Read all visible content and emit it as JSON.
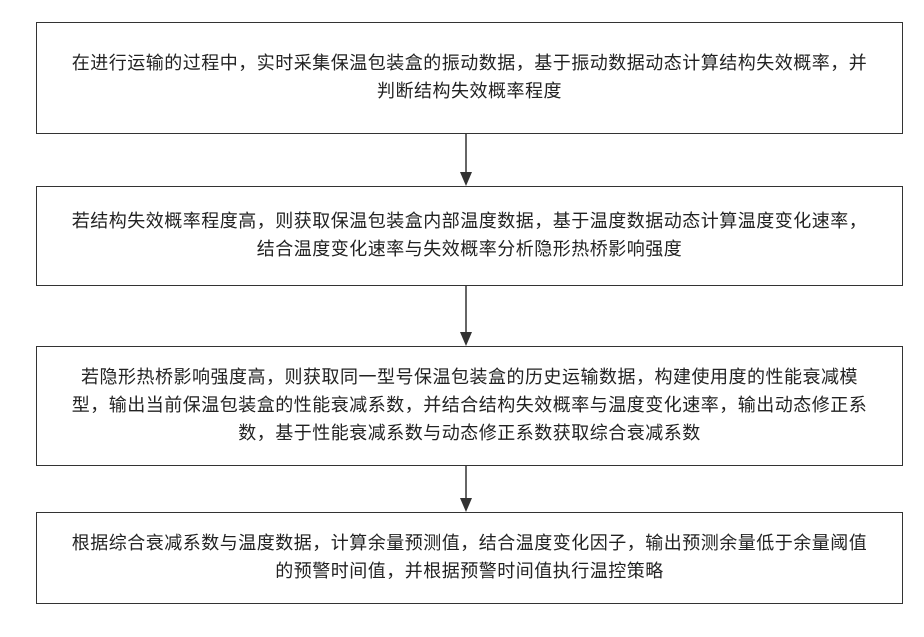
{
  "steps": [
    {
      "text": "在进行运输的过程中，实时采集保温包装盒的振动数据，基于振动数据动态计算结构失效概率，并判断结构失效概率程度"
    },
    {
      "text": "若结构失效概率程度高，则获取保温包装盒内部温度数据，基于温度数据动态计算温度变化速率，结合温度变化速率与失效概率分析隐形热桥影响强度"
    },
    {
      "text": "若隐形热桥影响强度高，则获取同一型号保温包装盒的历史运输数据，构建使用度的性能衰减模型，输出当前保温包装盒的性能衰减系数，并结合结构失效概率与温度变化速率，输出动态修正系数，基于性能衰减系数与动态修正系数获取综合衰减系数"
    },
    {
      "text": "根据综合衰减系数与温度数据，计算余量预测值，结合温度变化因子，输出预测余量低于余量阈值的预警时间值，并根据预警时间值执行温控策略"
    }
  ],
  "colors": {
    "border": "#333333",
    "text": "#222222",
    "arrow": "#333333"
  }
}
